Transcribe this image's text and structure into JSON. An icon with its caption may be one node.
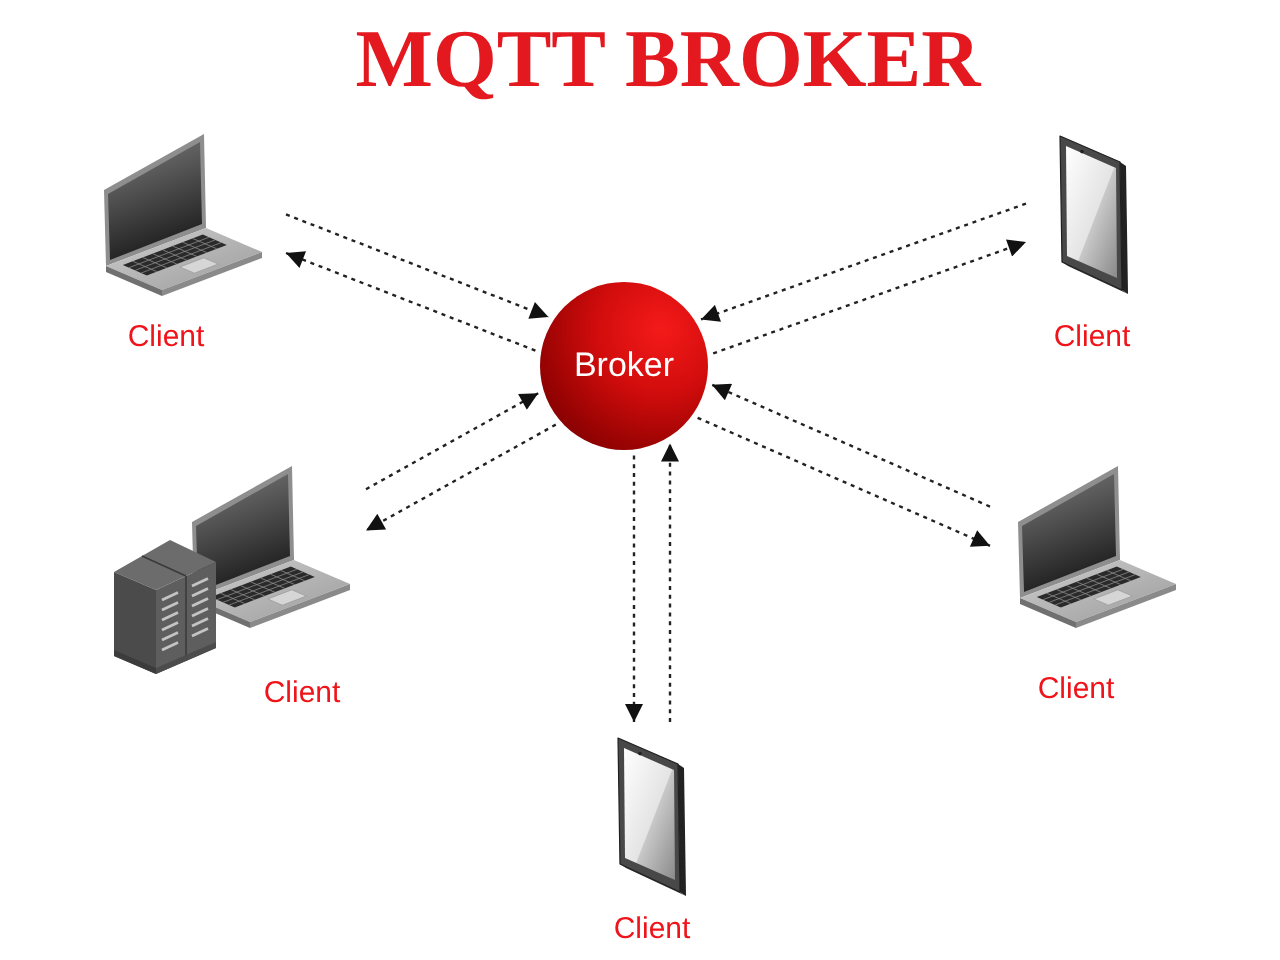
{
  "diagram": {
    "title": "MQTT BROKER",
    "nodes": [
      {
        "text": [
          "Client"
        ]
      },
      {
        "text": [
          "Broker"
        ]
      },
      {
        "text": [
          "Client"
        ]
      },
      {
        "text": [
          "Client"
        ]
      },
      {
        "text": [
          "Client"
        ]
      },
      {
        "text": [
          "Client"
        ]
      }
    ],
    "edges": [
      {
        "from": 0,
        "to": 1,
        "arrow": "to",
        "style": "dashed"
      },
      {
        "from": 1,
        "to": 0,
        "arrow": "to",
        "style": "dashed"
      },
      {
        "from": 2,
        "to": 1,
        "arrow": "to",
        "style": "dashed"
      },
      {
        "from": 1,
        "to": 2,
        "arrow": "to",
        "style": "dashed"
      },
      {
        "from": 3,
        "to": 1,
        "arrow": "to",
        "style": "dashed"
      },
      {
        "from": 1,
        "to": 3,
        "arrow": "to",
        "style": "dashed"
      },
      {
        "from": 4,
        "to": 1,
        "arrow": "to",
        "style": "dashed"
      },
      {
        "from": 1,
        "to": 4,
        "arrow": "to",
        "style": "dashed"
      },
      {
        "from": 1,
        "to": 5,
        "arrow": "to",
        "style": "dashed"
      },
      {
        "from": 5,
        "to": 1,
        "arrow": "to",
        "style": "dashed"
      }
    ]
  }
}
